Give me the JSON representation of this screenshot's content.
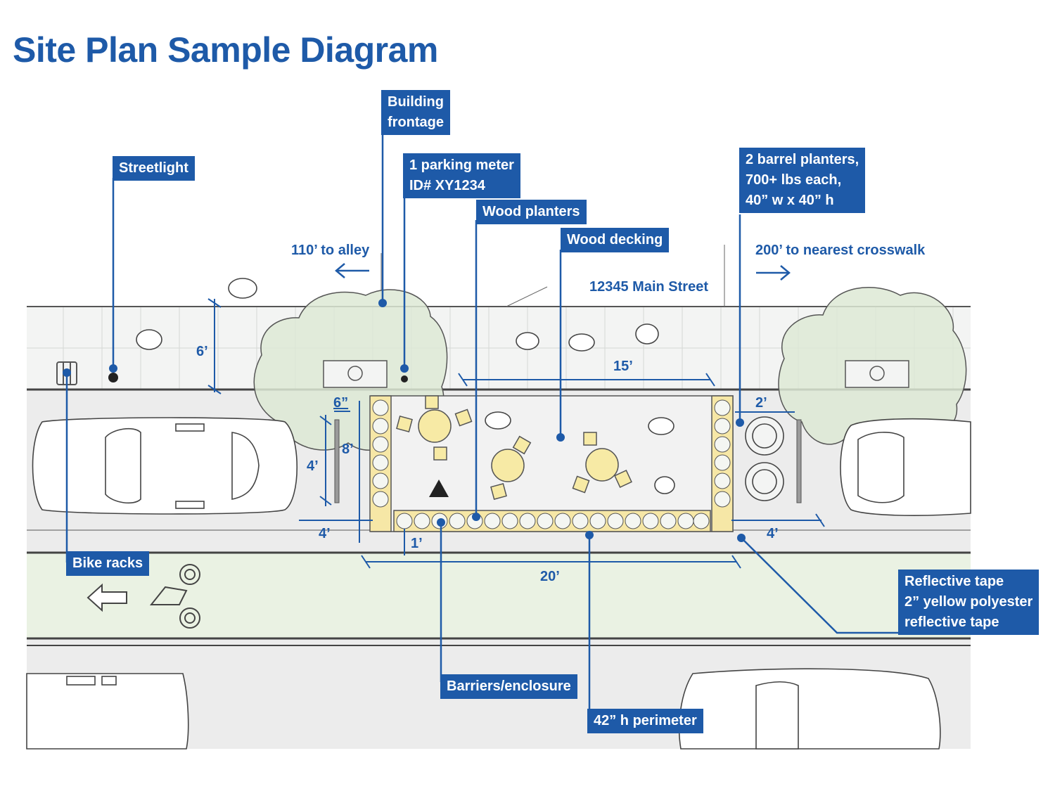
{
  "title": "Site Plan Sample Diagram",
  "street": {
    "address": "12345 Main Street",
    "to_alley": "110’ to alley",
    "to_crosswalk": "200’ to nearest crosswalk"
  },
  "callouts": {
    "streetlight": "Streetlight",
    "building_frontage": "Building\nfrontage",
    "parking_meter": "1 parking meter\nID# XY1234",
    "wood_planters": "Wood planters",
    "wood_decking": "Wood decking",
    "barrel_planters": "2 barrel planters,\n700+ lbs each,\n40” w x 40” h",
    "bike_racks": "Bike racks",
    "reflective_tape": "Reflective tape\n2” yellow polyester\nreflective tape",
    "barriers": "Barriers/enclosure",
    "perimeter": "42” h perimeter"
  },
  "dimensions": {
    "sidewalk_width": "6’",
    "deck_width_top": "15’",
    "gap_6in": "6”",
    "height_8": "8’",
    "height_4": "4’",
    "left_4": "4’",
    "one_ft": "1’",
    "total_20": "20’",
    "right_2": "2’",
    "right_4": "4’"
  },
  "colors": {
    "brand_blue": "#1e5aa8",
    "tree_green": "#dbe9d3",
    "bike_lane": "#eaf2e3",
    "sidewalk": "#f1f2f1",
    "street": "#ececec",
    "parklet_yellow": "#f6e7a6"
  }
}
